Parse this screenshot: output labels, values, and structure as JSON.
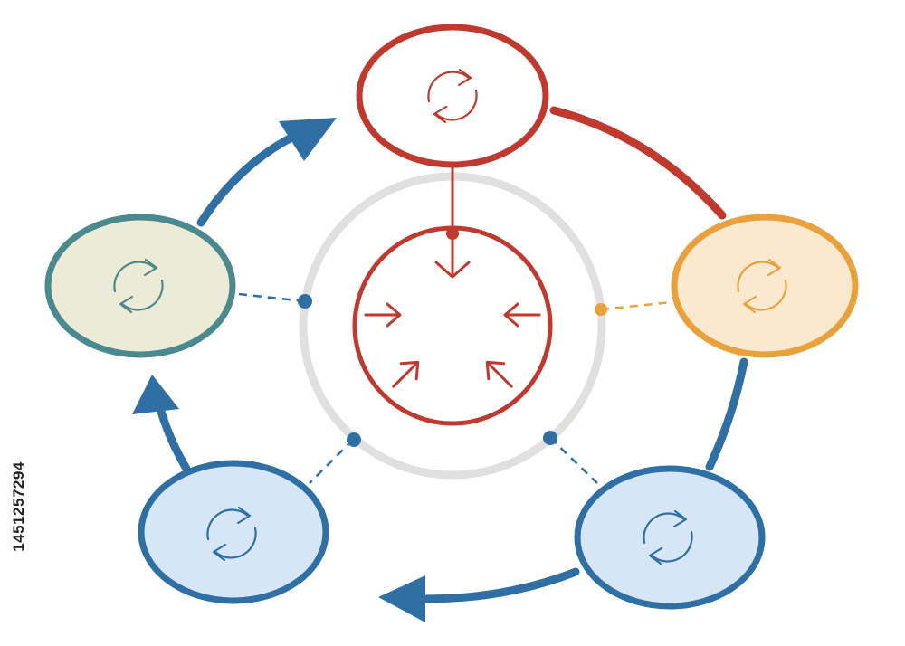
{
  "colors": {
    "red": "#c0392f",
    "orange": "#e9a13b",
    "teal": "#4a8a8e",
    "blue": "#2f6fa4",
    "light_blue_fill": "#d6e6f6",
    "orange_fill": "#fbe9cf",
    "teal_fill": "#ecebd8",
    "ring_gray": "#e0e0e0",
    "background": "#ffffff"
  },
  "nodes": [
    {
      "id": "top",
      "color": "red",
      "fill": "white",
      "icon": "cycle-arrows-icon"
    },
    {
      "id": "right",
      "color": "orange",
      "fill": "orange_fill",
      "icon": "cycle-arrows-icon"
    },
    {
      "id": "bottom-right",
      "color": "blue",
      "fill": "light_blue_fill",
      "icon": "cycle-arrows-icon"
    },
    {
      "id": "bottom-left",
      "color": "blue",
      "fill": "light_blue_fill",
      "icon": "cycle-arrows-icon"
    },
    {
      "id": "left",
      "color": "teal",
      "fill": "teal_fill",
      "icon": "cycle-arrows-icon"
    }
  ],
  "center": {
    "color": "red",
    "icon": "converging-arrows-icon"
  },
  "watermark": {
    "stock_id": "1451257294"
  }
}
